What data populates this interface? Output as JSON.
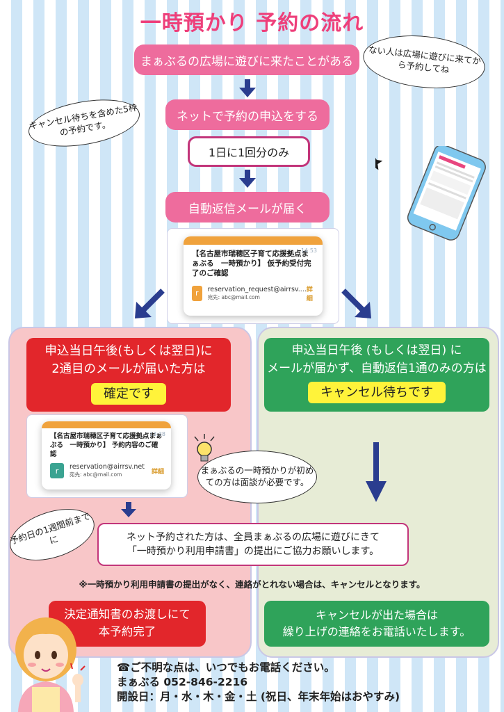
{
  "title": "一時預かり 予約の流れ",
  "steps": {
    "step1": "まぁぶるの広場に遊びに来たことがある",
    "step2": "ネットで予約の申込をする",
    "step2_note": "1日に1回分のみ",
    "step3": "自動返信メールが届く"
  },
  "bubbles": {
    "no_visit": "ない人は広場に遊びに来てから予約してね",
    "cancel_wait": "キャンセル待ちを含めた5枠の予約です。",
    "first_time": "まぁぶるの一時預かりが初めての方は面談が必要です。",
    "deadline": "予約日の1週間前までに"
  },
  "mail1": {
    "subject": "【名古屋市瑞穂区子育て応援拠点まぁぶる　一時預かり】 仮予約受付完了のご確認",
    "time": "14:53",
    "avatar": "r",
    "from": "reservation_request@airrsv....",
    "to": "宛先: abc@mail.com",
    "detail": "詳細"
  },
  "mail2": {
    "subject": "【名古屋市瑞穂区子育て応援拠点まぁぶる　一時預かり】 予約内容のご確認",
    "time": "13:38",
    "avatar": "r",
    "from": "reservation@airrsv.net",
    "to": "宛先: abc@mail.com",
    "detail": "詳細"
  },
  "left": {
    "line1": "申込当日午後(もしくは翌日)に",
    "line2": "2通目のメールが届いた方は",
    "chip": "確定です",
    "final_line1": "決定通知書のお渡しにて",
    "final_line2": "本予約完了"
  },
  "right": {
    "line1": "申込当日午後 (もしくは翌日) に",
    "line2": "メールが届かず、自動返信1通のみの方は",
    "chip": "キャンセル待ちです",
    "final_line1": "キャンセルが出た場合は",
    "final_line2": "繰り上げの連絡をお電話いたします。"
  },
  "common": {
    "line1": "ネット予約された方は、全員まぁぶるの広場に遊びにきて",
    "line2": "「一時預かり利用申請書」の提出にご協力お願いします。",
    "warning": "※一時預かり利用申請書の提出がなく、連絡がとれない場合は、キャンセルとなります。"
  },
  "contact": {
    "line1": "☎ご不明な点は、いつでもお電話ください。",
    "line2": "まぁぶる 052-846-2216",
    "line3": "開設日：月・水・木・金・土 (祝日、年末年始はおやすみ)"
  },
  "colors": {
    "title_pink": "#ee3f7a",
    "step_pink": "#ee6c9d",
    "confirm_red": "#e2262b",
    "wait_green": "#2fa35a",
    "chip_yellow": "#fff33a",
    "arrow_navy": "#2a3d8f"
  }
}
